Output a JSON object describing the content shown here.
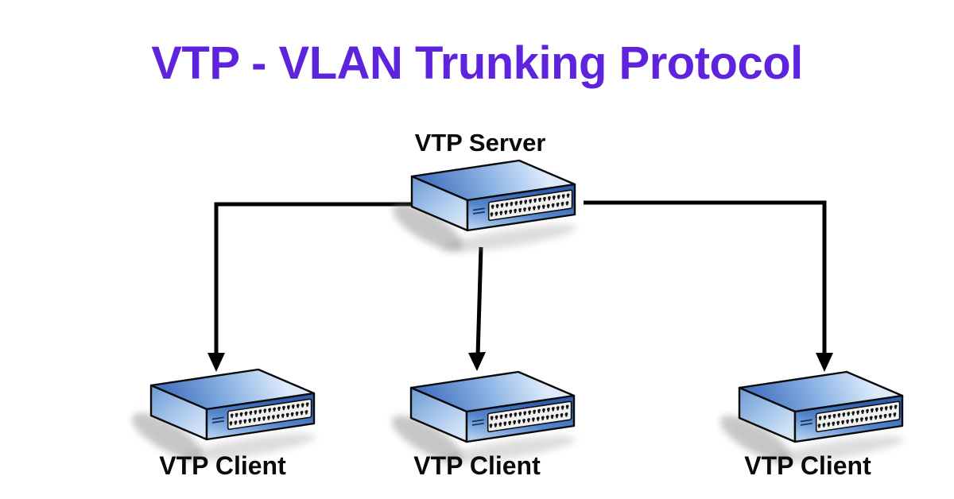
{
  "title": {
    "text": "VTP - VLAN Trunking Protocol",
    "color": "#5e23dc"
  },
  "diagram": {
    "server": {
      "label": "VTP Server",
      "role": "server"
    },
    "clients": [
      {
        "label": "VTP Client",
        "role": "client"
      },
      {
        "label": "VTP Client",
        "role": "client"
      },
      {
        "label": "VTP Client",
        "role": "client"
      }
    ],
    "connections": [
      {
        "from": "server",
        "to": "client-1",
        "arrow": "down"
      },
      {
        "from": "server",
        "to": "client-2",
        "arrow": "down"
      },
      {
        "from": "server",
        "to": "client-3",
        "arrow": "down"
      }
    ]
  },
  "icons": {
    "switch": "network-switch-icon"
  },
  "colors": {
    "accent": "#5e23dc",
    "bg": "#ffffff",
    "text": "#0a0a0a",
    "line": "#000000",
    "switch_top_light": "#dceafa",
    "switch_top_mid": "#8fb6e6",
    "switch_top_dark": "#4573c0",
    "switch_side_dark": "#6f9cd3",
    "switch_side_light": "#e2eefa",
    "switch_front_dark": "#2d5fae",
    "switch_front_mid": "#5585cb",
    "switch_front_light": "#aecdf0",
    "port_panel": "#f1f1f1",
    "port": "#141414",
    "outline": "#0a0a0a",
    "shadow": "#8f8f8f"
  }
}
